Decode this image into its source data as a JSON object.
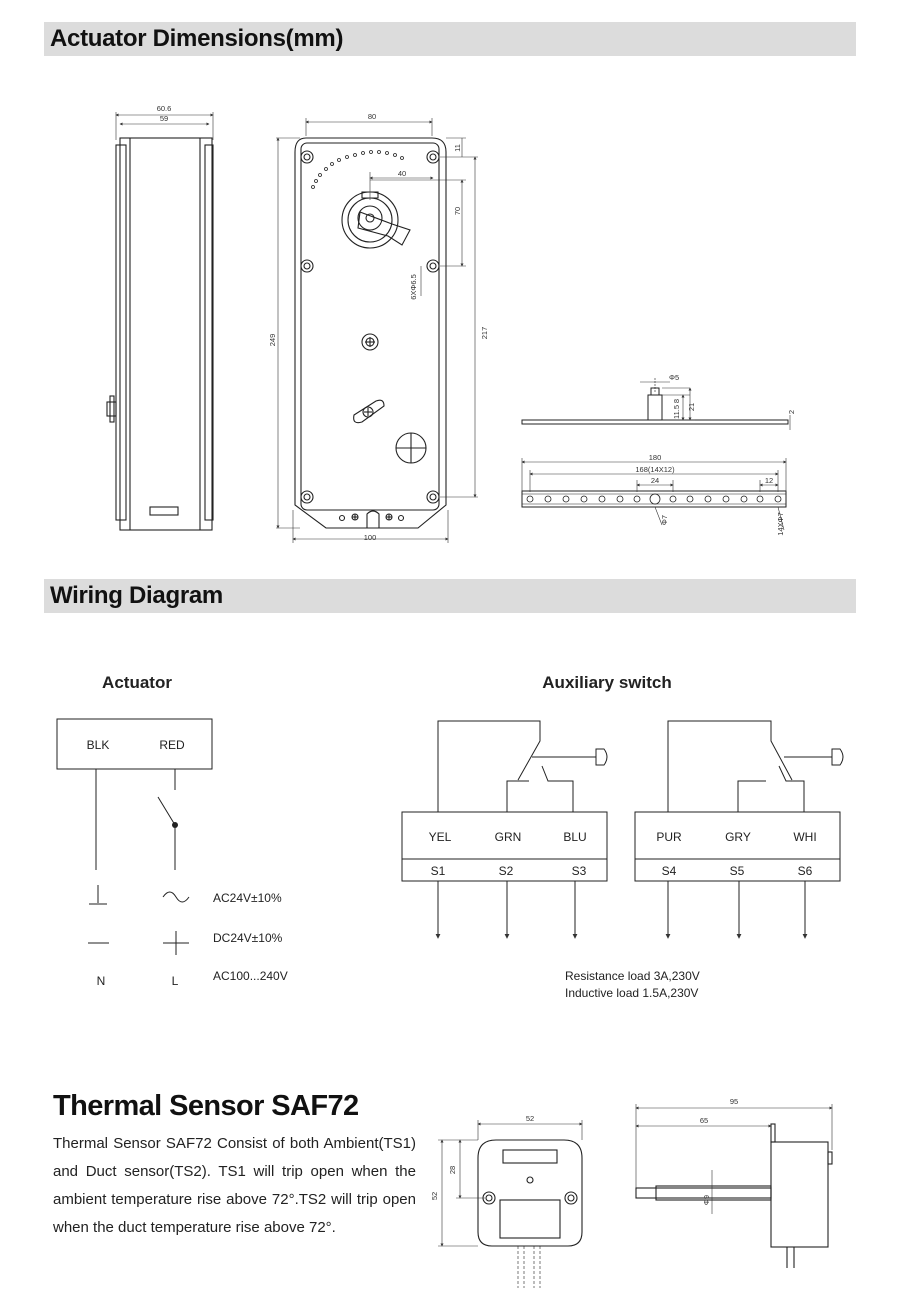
{
  "sections": {
    "dimensions_title": "Actuator Dimensions(mm)",
    "wiring_title": "Wiring Diagram",
    "thermal_title": "Thermal Sensor SAF72"
  },
  "thermal_description": "Thermal Sensor SAF72 Consist of both Ambient(TS1) and Duct sensor(TS2). TS1 will trip open when the ambient temperature rise above  72°.TS2 will trip open when the duct temperature rise above 72°.",
  "actuator_dims": {
    "side_width_outer": "60.6",
    "side_width_inner": "59",
    "front_top_width": "80",
    "front_bottom_width": "100",
    "total_height": "249",
    "hole_spacing_height": "217",
    "top_offset": "11",
    "shaft_vertical": "70",
    "shaft_horizontal": "40",
    "hole_spec": "6XΦ6.5"
  },
  "arm_dims": {
    "pin_dia": "Φ5",
    "pin_h1": "11.5",
    "pin_h2": "8",
    "pin_total": "21",
    "thickness": "2",
    "length": "180",
    "hole_span": "168(14X12)",
    "center_gap": "24",
    "pitch": "12",
    "center_hole": "Φ7",
    "holes": "14XΦ7"
  },
  "wiring": {
    "actuator_heading": "Actuator",
    "aux_heading": "Auxiliary switch",
    "actuator_wires": [
      "BLK",
      "RED"
    ],
    "supply_specs": [
      "AC24V±10%",
      "DC24V±10%",
      "AC100...240V"
    ],
    "neutral_label": "N",
    "line_label": "L",
    "switch1_wires": [
      "YEL",
      "GRN",
      "BLU"
    ],
    "switch1_terms": [
      "S1",
      "S2",
      "S3"
    ],
    "switch2_wires": [
      "PUR",
      "GRY",
      "WHI"
    ],
    "switch2_terms": [
      "S4",
      "S5",
      "S6"
    ],
    "load_resistance": "Resistance load 3A,230V",
    "load_inductive": "Inductive load 1.5A,230V"
  },
  "sensor_dims": {
    "front_width": "52",
    "front_height": "52",
    "front_inner": "28",
    "side_length": "95",
    "side_inner": "65",
    "probe_dia": "Φ9"
  }
}
